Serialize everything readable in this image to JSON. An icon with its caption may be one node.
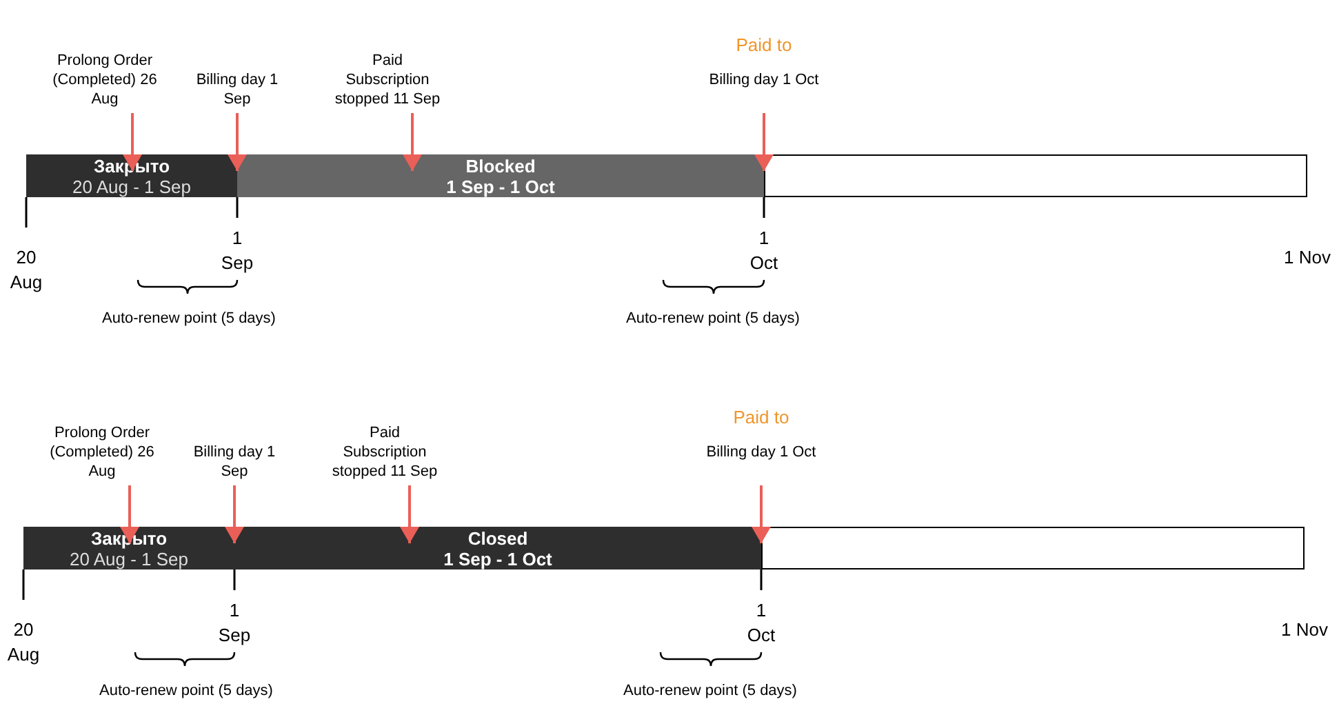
{
  "diagram": {
    "nodes": [
      {
        "text": [
          "Prolong Order (Completed) 26 Aug"
        ]
      },
      {
        "text": [
          "Billing day 1 Sep"
        ]
      },
      {
        "text": [
          "Paid Subscription stopped 11 Sep"
        ]
      },
      {
        "text": [
          "Paid to",
          "Billing day 1 Oct"
        ]
      },
      {
        "text": [
          "Закрыто",
          "20 Aug - 1 Sep"
        ],
        "beside": [
          "1 Sep"
        ]
      },
      {
        "text": [
          "Blocked",
          "1 Sep - 1 Oct"
        ],
        "beside": [
          "1 Oct"
        ]
      },
      {
        "text": [],
        "shape": "box"
      },
      {
        "text": [
          "Prolong Order (Completed) 26 Aug"
        ]
      },
      {
        "text": [
          "Billing day 1 Sep"
        ]
      },
      {
        "text": [
          "Paid Subscription stopped 11 Sep"
        ]
      },
      {
        "text": [
          "Paid to",
          "Billing day 1 Oct"
        ]
      },
      {
        "text": [
          "Закрыто",
          "20 Aug - 1 Sep"
        ],
        "beside": [
          "1 Sep"
        ]
      },
      {
        "text": [
          "Closed",
          "1 Sep - 1 Oct"
        ],
        "beside": [
          "1 Oct"
        ]
      },
      {
        "text": [],
        "shape": "box"
      }
    ],
    "edges": [
      {
        "from": 0,
        "to": 4,
        "arrow": "to"
      },
      {
        "from": 1,
        "to": 5,
        "arrow": "to"
      },
      {
        "from": 2,
        "to": 5,
        "arrow": "to"
      },
      {
        "from": 3,
        "to": 5,
        "arrow": "to"
      },
      {
        "from": 7,
        "to": 11,
        "arrow": "to"
      },
      {
        "from": 8,
        "to": 12,
        "arrow": "to"
      },
      {
        "from": 9,
        "to": 12,
        "arrow": "to"
      },
      {
        "from": 10,
        "to": 12,
        "arrow": "to"
      }
    ],
    "labels": [
      "20 Aug",
      "1 Nov",
      "Auto-renew point (5 days)",
      "Auto-renew point (5 days)",
      "20 Aug",
      "1 Nov",
      "Auto-renew point (5 days)",
      "Auto-renew point (5 days)"
    ]
  }
}
